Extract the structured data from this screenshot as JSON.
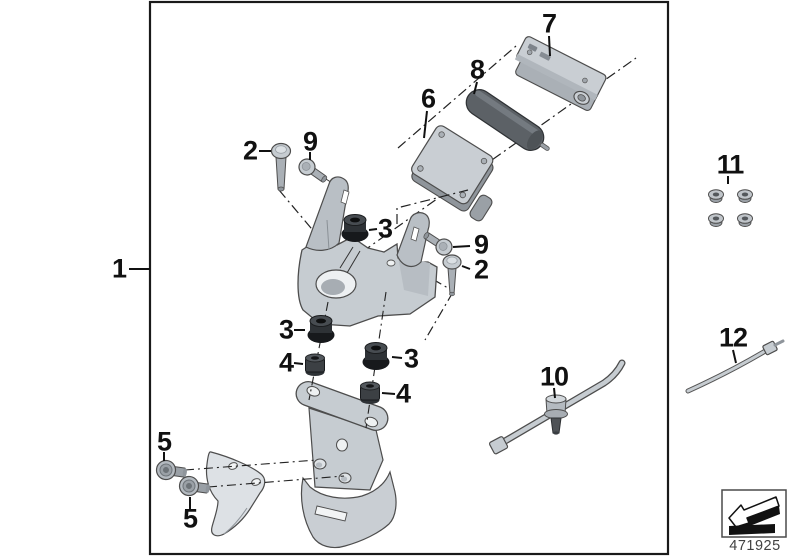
{
  "diagram": {
    "part_number": "471925",
    "colors": {
      "background": "#ffffff",
      "frame": "#1a1a1a",
      "label": "#111111",
      "metal_light": "#c9ced3",
      "metal_mid": "#aab0b6",
      "metal_dark": "#8f959b",
      "rubber": "#3a3e42"
    },
    "legend_icon": "direction-arrow-icon"
  },
  "callouts": [
    {
      "number": "1",
      "target": "assembly-frame"
    },
    {
      "number": "2",
      "target": "screw-2-upper-left"
    },
    {
      "number": "9",
      "target": "screw-9-upper-left"
    },
    {
      "number": "6",
      "target": "module-6"
    },
    {
      "number": "8",
      "target": "damper-sleeve-8"
    },
    {
      "number": "7",
      "target": "holder-plate-7"
    },
    {
      "number": "3",
      "target": "grommet-3a"
    },
    {
      "number": "9",
      "target": "screw-9-right"
    },
    {
      "number": "2",
      "target": "screw-2-right"
    },
    {
      "number": "3",
      "target": "grommet-3b"
    },
    {
      "number": "4",
      "target": "bushing-4a"
    },
    {
      "number": "3",
      "target": "grommet-3c"
    },
    {
      "number": "4",
      "target": "bushing-4b"
    },
    {
      "number": "5",
      "target": "screw-5a"
    },
    {
      "number": "5",
      "target": "screw-5b"
    },
    {
      "number": "10",
      "target": "cable-tie-holder-10"
    },
    {
      "number": "11",
      "target": "push-nuts-11"
    },
    {
      "number": "12",
      "target": "cable-tie-12"
    }
  ]
}
